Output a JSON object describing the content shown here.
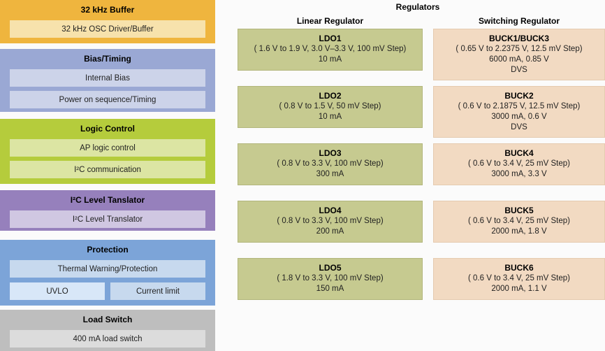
{
  "colors": {
    "buffer_block": "#efb53e",
    "buffer_item": "#f7e2ac",
    "bias_block": "#9aa8d4",
    "bias_item": "#ccd3e9",
    "logic_block": "#b5cc3c",
    "logic_item": "#dce5a3",
    "i2c_block": "#9680bc",
    "i2c_item": "#d0c7e2",
    "protection_block": "#7ca4d8",
    "protection_item": "#c7d9ee",
    "uvlo_item": "#d8e7f8",
    "load_switch_block": "#bebebe",
    "load_switch_item": "#dcdcdc",
    "ldo_card": "#c6ca90",
    "buck_card": "#f2dac2"
  },
  "left_panel": {
    "blocks": [
      {
        "title": "32 kHz Buffer",
        "items": [
          "32 kHz OSC Driver/Buffer"
        ]
      },
      {
        "title": "Bias/Timing",
        "items": [
          "Internal Bias",
          "Power on sequence/Timing"
        ]
      },
      {
        "title": "Logic Control",
        "items": [
          "AP logic control",
          "I²C communication"
        ]
      },
      {
        "title": "I²C Level Tanslator",
        "items": [
          "I²C Level Translator"
        ]
      },
      {
        "title": "Protection",
        "items": [
          "Thermal Warning/Protection",
          "UVLO",
          "Current limit"
        ]
      },
      {
        "title": "Load Switch",
        "items": [
          "400 mA load switch"
        ]
      }
    ]
  },
  "regulators": {
    "title": "Regulators",
    "linear": {
      "header": "Linear Regulator",
      "cards": [
        {
          "name": "LDO1",
          "line1": "( 1.6 V to 1.9 V, 3.0 V–3.3 V, 100 mV Step)",
          "line2": "10 mA"
        },
        {
          "name": "LDO2",
          "line1": "( 0.8 V to 1.5 V, 50 mV Step)",
          "line2": "10 mA"
        },
        {
          "name": "LDO3",
          "line1": "( 0.8 V to 3.3 V, 100 mV Step)",
          "line2": "300 mA"
        },
        {
          "name": "LDO4",
          "line1": "( 0.8 V to 3.3 V, 100 mV Step)",
          "line2": "200 mA"
        },
        {
          "name": "LDO5",
          "line1": "( 1.8 V to 3.3 V, 100 mV Step)",
          "line2": "150 mA"
        }
      ]
    },
    "switching": {
      "header": "Switching Regulator",
      "cards": [
        {
          "name": "BUCK1/BUCK3",
          "line1": "( 0.65 V to 2.2375 V, 12.5 mV Step)",
          "line2": "6000 mA, 0.85 V",
          "line3": "DVS"
        },
        {
          "name": "BUCK2",
          "line1": "( 0.6 V to 2.1875 V, 12.5 mV Step)",
          "line2": "3000 mA, 0.6 V",
          "line3": "DVS"
        },
        {
          "name": "BUCK4",
          "line1": "( 0.6 V to 3.4 V, 25 mV Step)",
          "line2": "3000 mA, 3.3 V"
        },
        {
          "name": "BUCK5",
          "line1": "( 0.6 V to 3.4 V, 25 mV Step)",
          "line2": "2000 mA, 1.8 V"
        },
        {
          "name": "BUCK6",
          "line1": "( 0.6 V to 3.4 V, 25 mV Step)",
          "line2": "2000 mA, 1.1 V"
        }
      ]
    }
  }
}
